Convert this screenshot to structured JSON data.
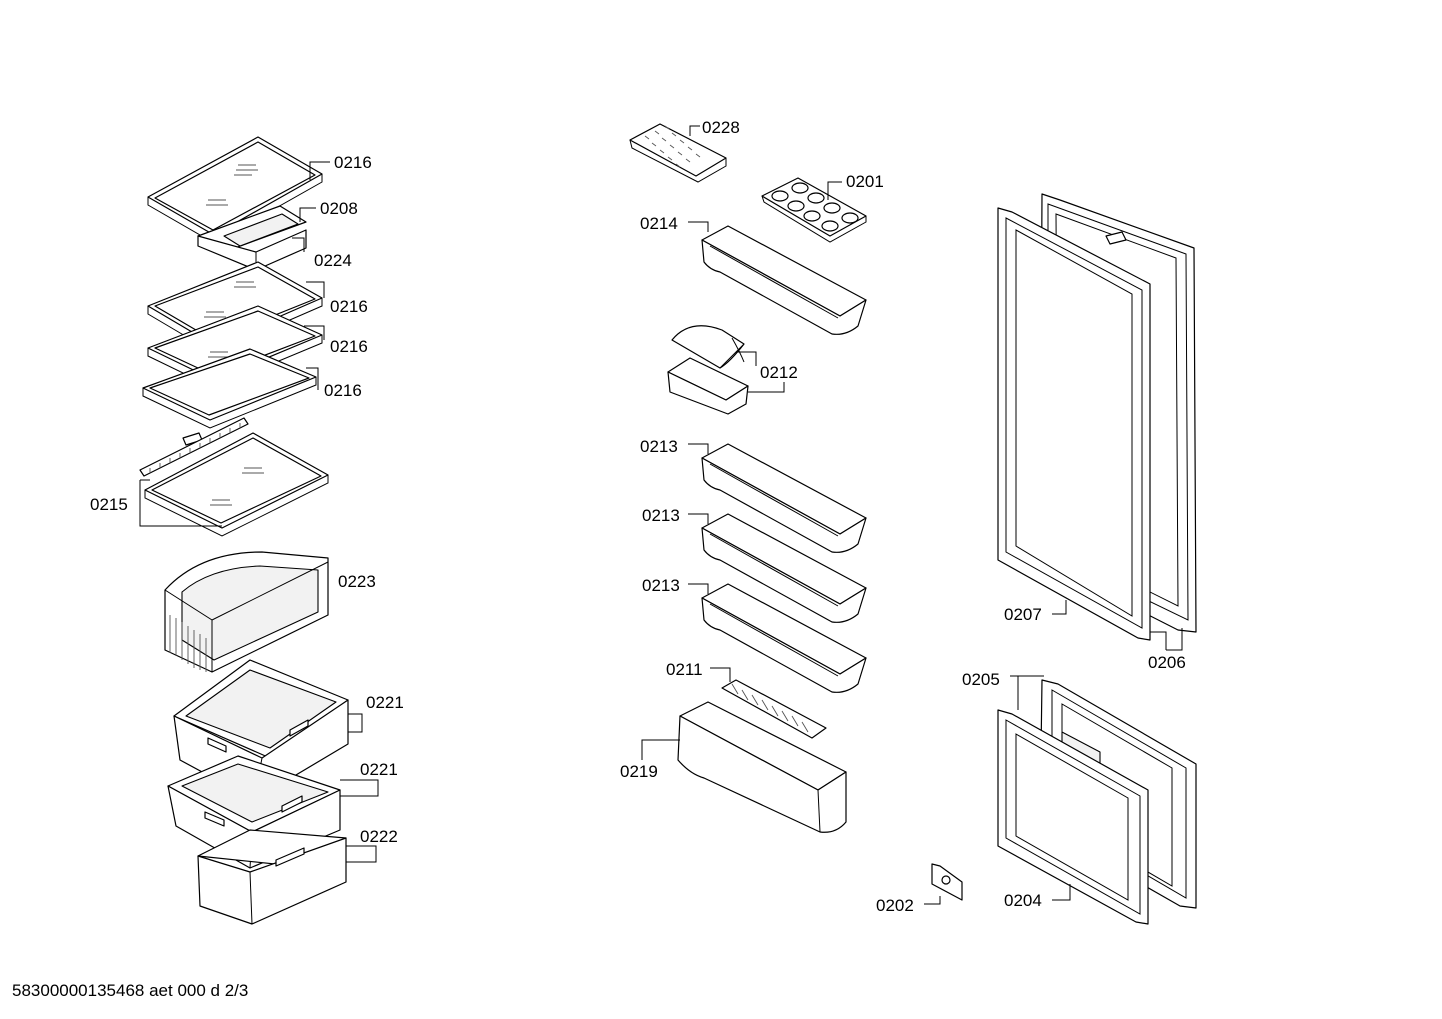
{
  "parts": {
    "p0216_a": "0216",
    "p0208": "0208",
    "p0224": "0224",
    "p0216_b": "0216",
    "p0216_c": "0216",
    "p0216_d": "0216",
    "p0215": "0215",
    "p0223": "0223",
    "p0221_a": "0221",
    "p0221_b": "0221",
    "p0222": "0222",
    "p0228": "0228",
    "p0201": "0201",
    "p0214": "0214",
    "p0212": "0212",
    "p0213_a": "0213",
    "p0213_b": "0213",
    "p0213_c": "0213",
    "p0211": "0211",
    "p0219": "0219",
    "p0207": "0207",
    "p0206": "0206",
    "p0205": "0205",
    "p0204": "0204",
    "p0202": "0202"
  },
  "footer": "58300000135468 aet 000 d 2/3"
}
